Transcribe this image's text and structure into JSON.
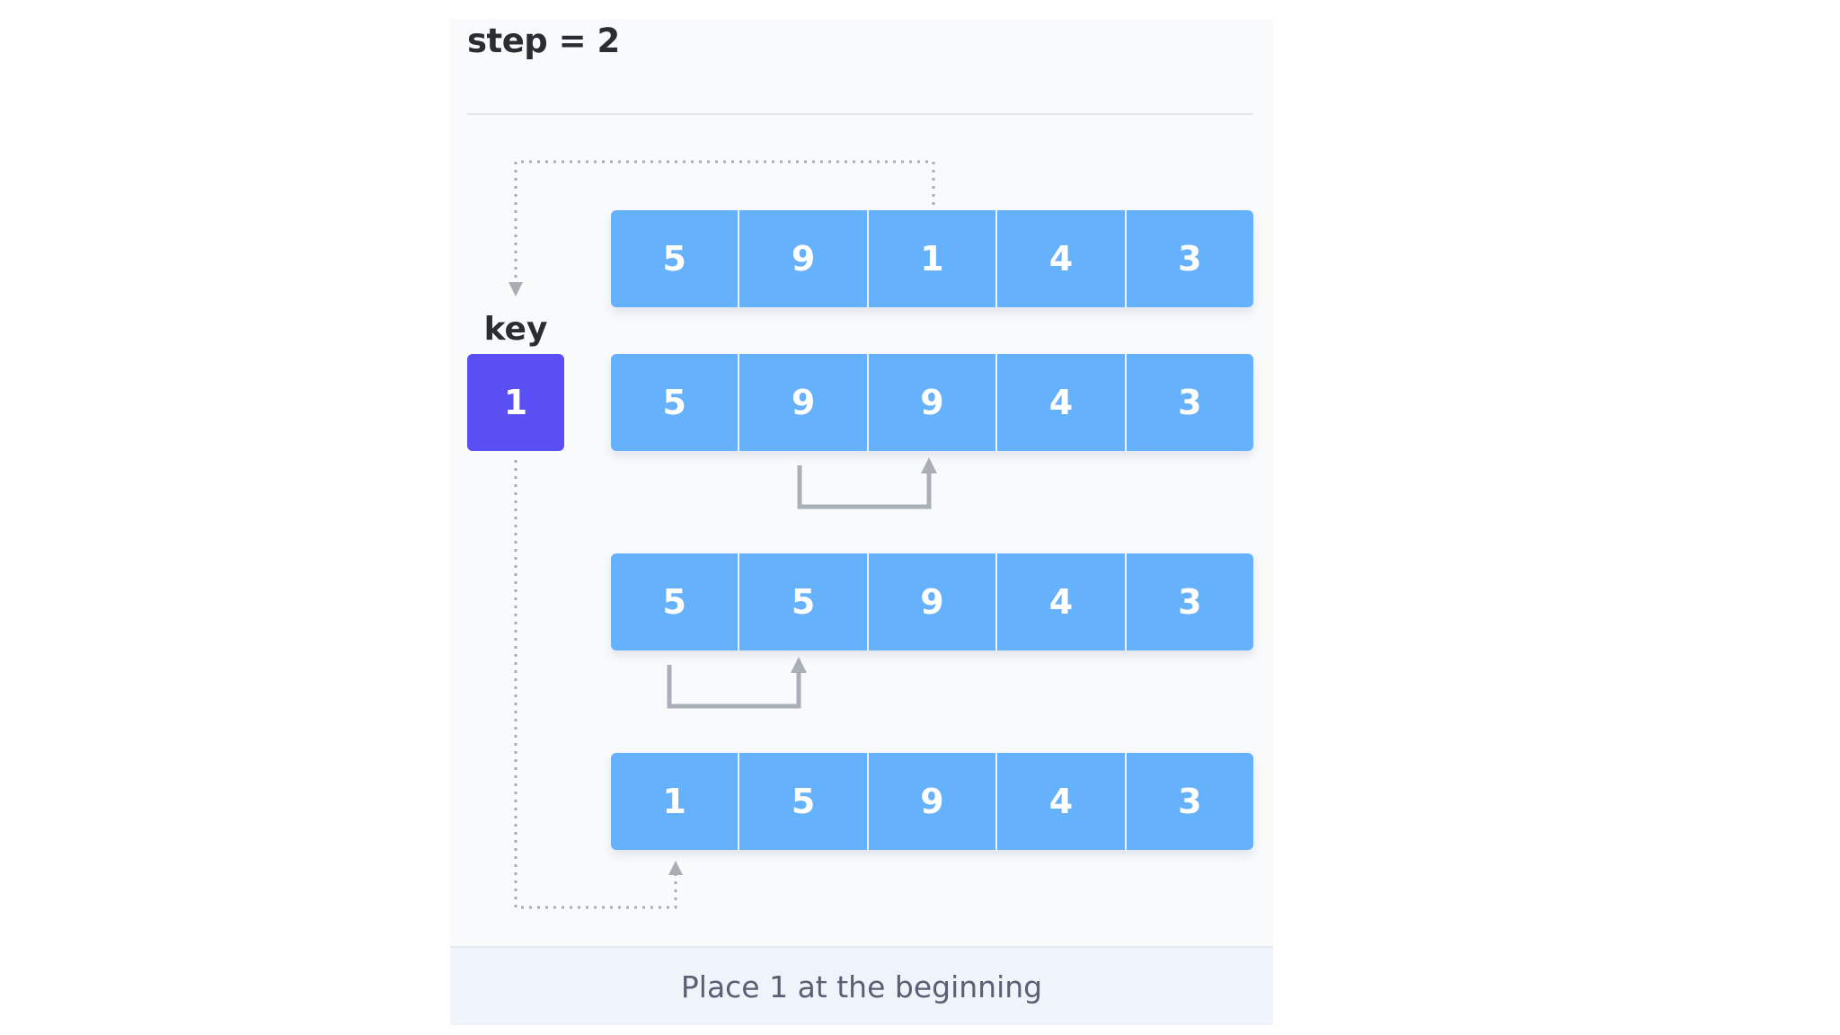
{
  "header": {
    "step_label": "step = 2"
  },
  "key": {
    "label": "key",
    "value": "1"
  },
  "arrays": [
    {
      "cells": [
        "5",
        "9",
        "1",
        "4",
        "3"
      ]
    },
    {
      "cells": [
        "5",
        "9",
        "9",
        "4",
        "3"
      ]
    },
    {
      "cells": [
        "5",
        "5",
        "9",
        "4",
        "3"
      ]
    },
    {
      "cells": [
        "1",
        "5",
        "9",
        "4",
        "3"
      ]
    }
  ],
  "footer": {
    "caption": "Place 1 at the beginning"
  },
  "colors": {
    "cell_fill": "#66b1fb",
    "key_fill": "#5a4ff3",
    "arrow_gray": "#aab0b8",
    "dotted_gray": "#a9adb4"
  }
}
